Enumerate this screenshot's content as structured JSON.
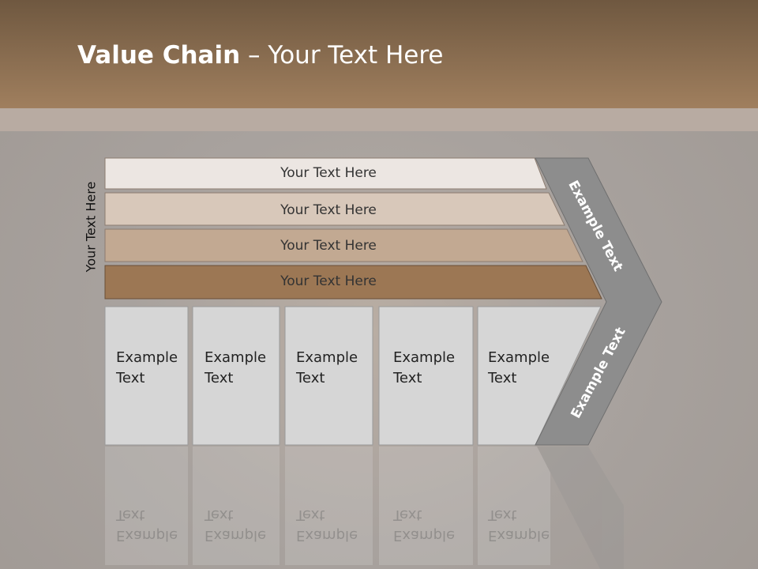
{
  "slide": {
    "title_bold": "Value Chain",
    "title_rest": " – Your Text Here"
  },
  "side_label": "Your Text Here",
  "bars": [
    {
      "label": "Your Text Here",
      "color": "#ece6e2"
    },
    {
      "label": "Your Text Here",
      "color": "#d8c8ba"
    },
    {
      "label": "Your Text Here",
      "color": "#c2a992"
    },
    {
      "label": "Your Text Here",
      "color": "#9c7754"
    }
  ],
  "columns": [
    {
      "line1": "Example",
      "line2": "Text"
    },
    {
      "line1": "Example",
      "line2": "Text"
    },
    {
      "line1": "Example",
      "line2": "Text"
    },
    {
      "line1": "Example",
      "line2": "Text"
    },
    {
      "line1": "Example",
      "line2": "Text"
    }
  ],
  "chevron": {
    "upper_label": "Example Text",
    "lower_label": "Example Text",
    "color": "#8d8d8d"
  }
}
